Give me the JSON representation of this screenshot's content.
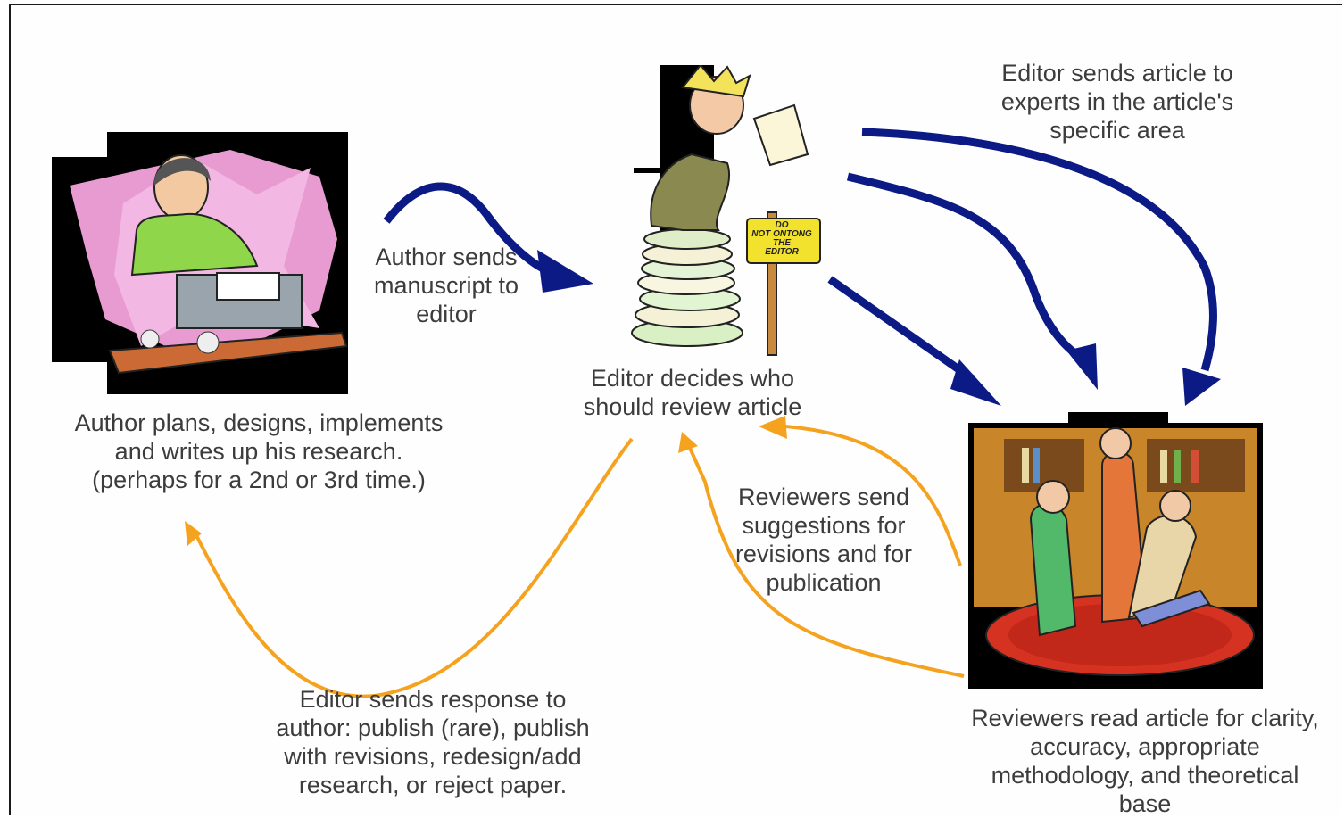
{
  "diagram": {
    "nodes": {
      "author": {
        "caption_lines": [
          "Author plans, designs, implements",
          "and writes up his research.",
          "(perhaps for a 2nd or 3rd time.)"
        ],
        "icon": "author-typewriter-illustration"
      },
      "editor": {
        "caption_lines": [
          "Editor decides who",
          "should review article"
        ],
        "icon": "editor-on-paper-stack-illustration",
        "sign_text": [
          "DO",
          "NOT ONTONG",
          "THE",
          "EDITOR"
        ]
      },
      "reviewers": {
        "caption_lines": [
          "Reviewers read article for clarity,",
          "accuracy, appropriate",
          "methodology, and theoretical",
          "base"
        ],
        "icon": "reviewers-reading-room-illustration"
      }
    },
    "edges": {
      "author_to_editor": {
        "label_lines": [
          "Author sends",
          "manuscript to",
          "editor"
        ],
        "color": "#0c1a86"
      },
      "editor_to_reviewers": {
        "label_lines": [
          "Editor sends article to",
          "experts in the article's",
          "specific area"
        ],
        "color": "#0c1a86"
      },
      "reviewers_to_editor": {
        "label_lines": [
          "Reviewers send",
          "suggestions for",
          "revisions and for",
          "publication"
        ],
        "color": "#f5a31e"
      },
      "editor_to_author": {
        "label_lines": [
          "Editor sends response to",
          "author: publish (rare), publish",
          "with revisions, redesign/add",
          "research, or reject paper."
        ],
        "color": "#f5a31e"
      }
    }
  }
}
